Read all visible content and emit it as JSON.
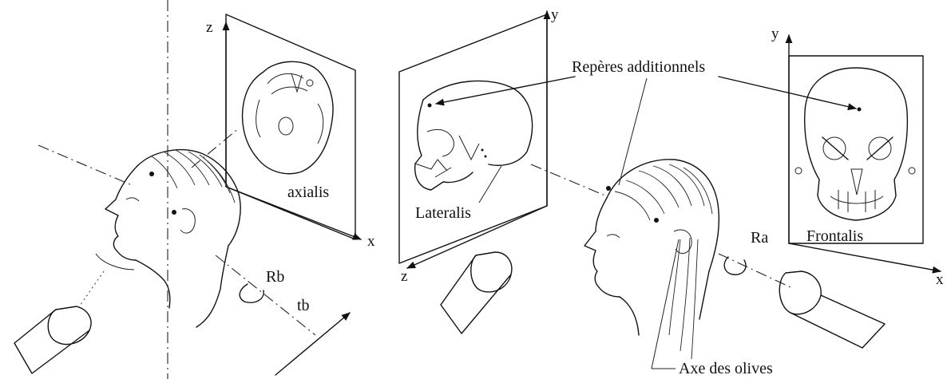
{
  "left_panel": {
    "axis_z": "z",
    "axis_x": "x",
    "plane_label": "axialis",
    "rotation_label": "Rb",
    "translation_label": "tb"
  },
  "middle_panel": {
    "axis_y": "y",
    "axis_z": "z",
    "plane_label": "Lateralis"
  },
  "right_panel": {
    "axis_y": "y",
    "axis_x": "x",
    "plane_label": "Frontalis",
    "rotation_label": "Ra"
  },
  "annotations": {
    "reperes": "Repères additionnels",
    "axe_olives": "Axe des olives"
  }
}
